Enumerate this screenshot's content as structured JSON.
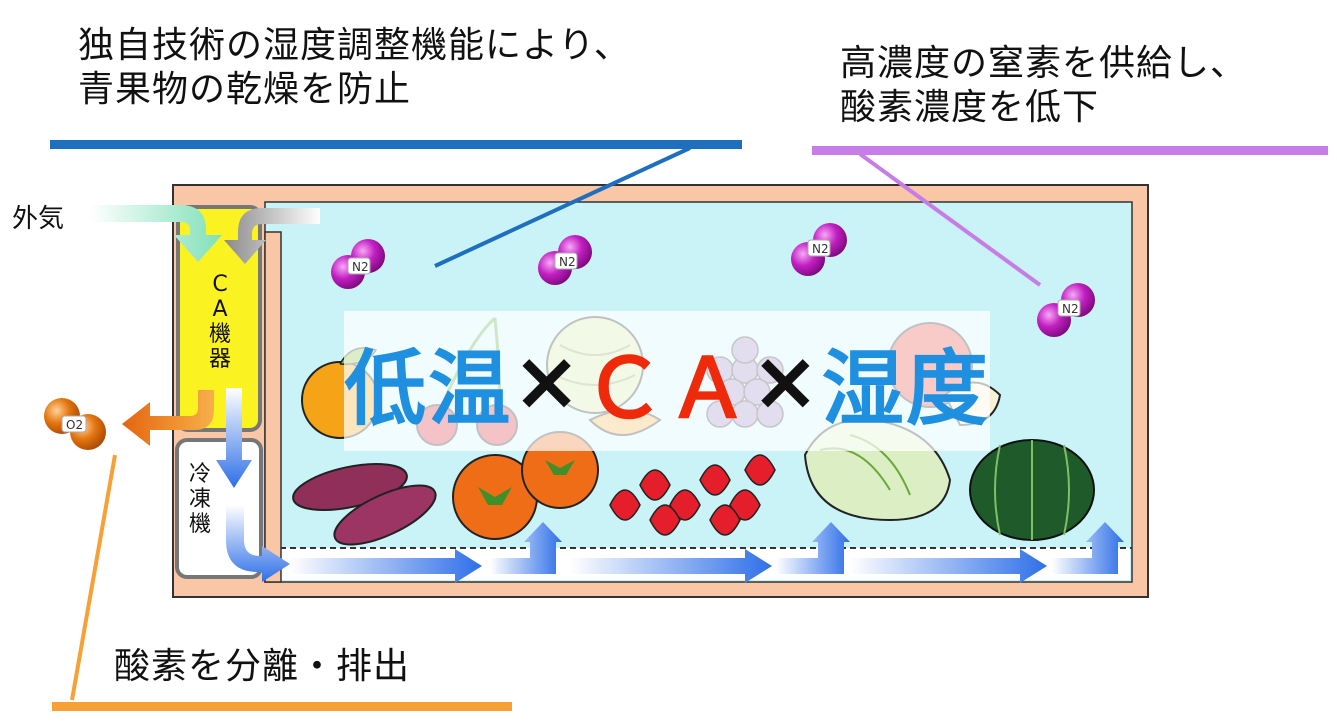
{
  "captions": {
    "humidity": [
      "独自技術の湿度調整機能により、",
      "青果物の乾燥を防止"
    ],
    "nitrogen": [
      "高濃度の窒素を供給し、",
      "酸素濃度を低下"
    ],
    "oxygen": "酸素を分離・排出"
  },
  "labels": {
    "outside_air": "外気",
    "ca_unit": [
      "C",
      "A",
      "機",
      "器"
    ],
    "freezer": [
      "冷",
      "凍",
      "機"
    ],
    "o2": "O2",
    "n2": "N2"
  },
  "banner": {
    "part1": "低温",
    "x1": "×",
    "part2": "ＣＡ",
    "x2": "×",
    "part3": "湿度"
  },
  "colors": {
    "humidity_line": "#1f6fbf",
    "nitrogen_line": "#c77de8",
    "oxygen_line": "#f7a035",
    "container_wall": "#f9c6a6",
    "container_inner": "#c9f3f7",
    "ca_unit": "#fbf222",
    "banner_blue": "#1f8fe0",
    "banner_red": "#ee2a0a",
    "n2_molecule": "#c21fc2",
    "o2_molecule": "#e5760f",
    "airflow": "#2e6fe8"
  },
  "produce_icons": [
    "orange-icon",
    "cherry-icon",
    "melon-icon",
    "grape-icon",
    "apple-icon",
    "sweet-potato-icon",
    "persimmon-icon",
    "strawberry-icon",
    "cabbage-icon",
    "pumpkin-icon"
  ]
}
